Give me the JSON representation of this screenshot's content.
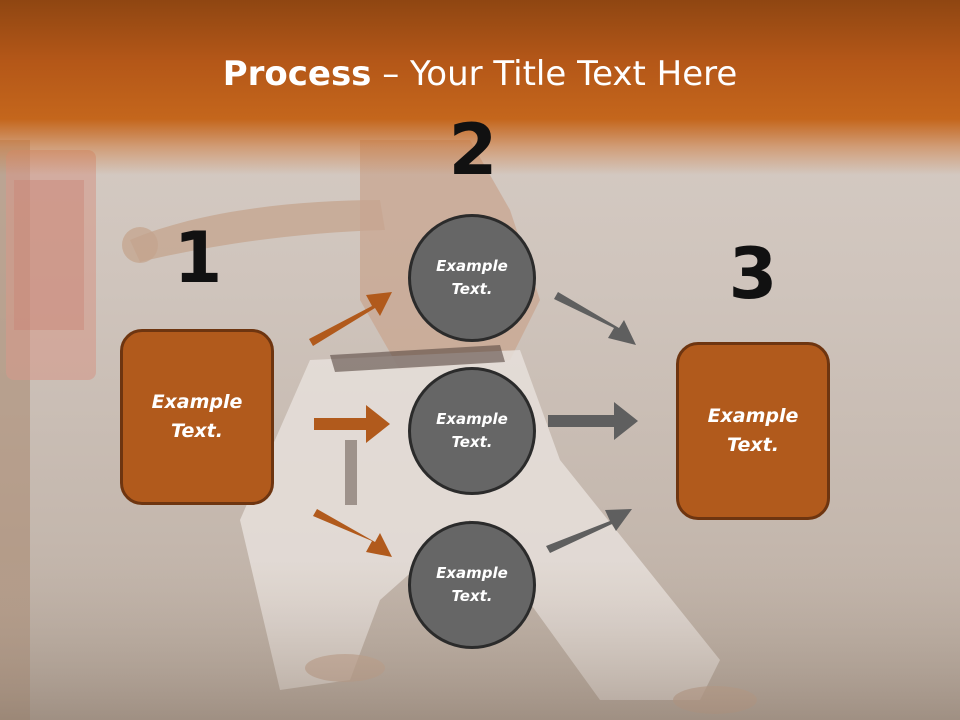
{
  "title": {
    "bold": "Process",
    "rest": " – Your Title Text Here"
  },
  "steps": {
    "one": "1",
    "two": "2",
    "three": "3"
  },
  "boxes": {
    "left": "Example\nText.",
    "right": "Example\nText."
  },
  "circles": [
    "Example\nText.",
    "Example\nText.",
    "Example\nText."
  ],
  "colors": {
    "banner": "#c4661c",
    "box_fill": "#b15a1c",
    "box_border": "#6e3510",
    "circle_fill": "#666666",
    "arrow_orange": "#b15a1c",
    "arrow_gray": "#5f5f5f"
  }
}
